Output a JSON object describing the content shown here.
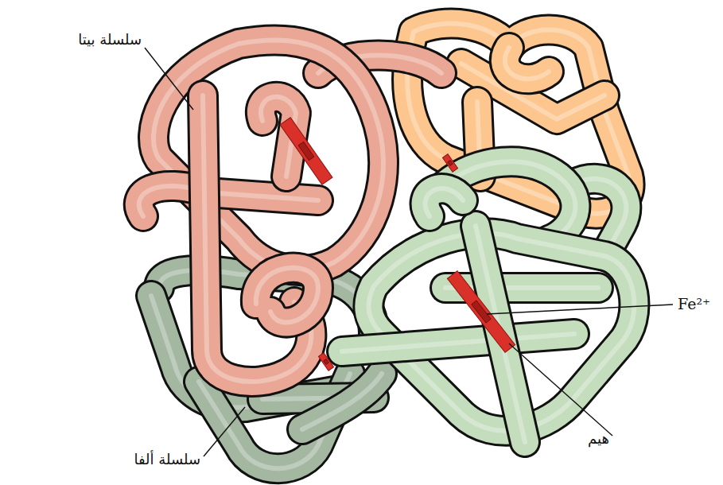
{
  "diagram": {
    "labels": [
      "سلسلة بيتا",
      "Fe²⁺",
      "هيم",
      "سلسلة ألفا"
    ]
  }
}
